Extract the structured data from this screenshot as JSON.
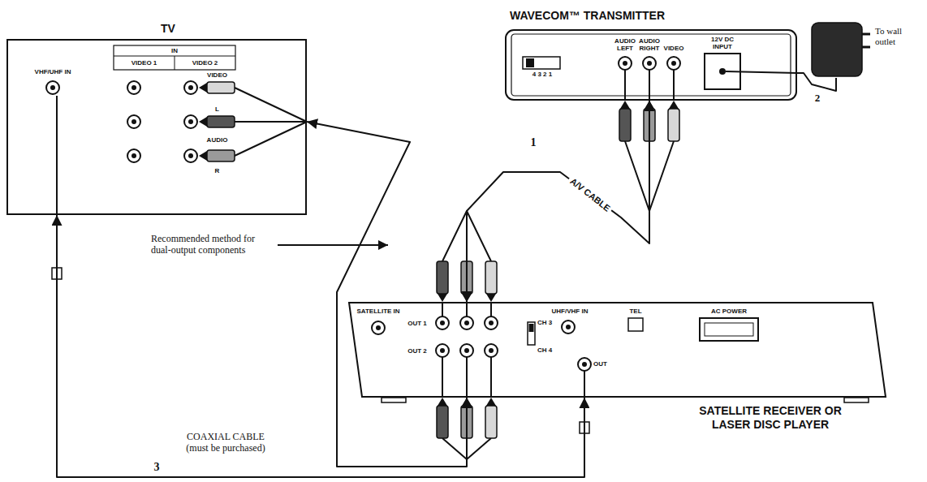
{
  "diagram": {
    "nodes": [
      {
        "text": [
          "TV"
        ]
      },
      {
        "text": [
          "WAVECOM™ TRANSMITTER"
        ]
      },
      {
        "text": [
          "To wall outlet"
        ]
      },
      {
        "text": [
          "SATELLITE RECEIVER OR LASER DISC PLAYER"
        ]
      }
    ],
    "edges": [
      {
        "from": 3,
        "to": 1,
        "arrow": "both",
        "label": "A/V CABLE"
      },
      {
        "from": 2,
        "to": 1,
        "arrow": "none"
      },
      {
        "from": 3,
        "to": 0,
        "arrow": "both",
        "label": "COAXIAL CABLE (must be purchased)"
      },
      {
        "from": 3,
        "to": 0,
        "arrow": "both"
      }
    ],
    "labels": [
      "VHF/UHF IN",
      "IN",
      "VIDEO 1",
      "VIDEO 2",
      "VIDEO",
      "L",
      "AUDIO",
      "R",
      "4 3 2 1",
      "AUDIO LEFT",
      "AUDIO RIGHT",
      "VIDEO",
      "12V DC INPUT",
      "1",
      "2",
      "3",
      "Recommended method for dual-output components",
      "SATELLITE IN",
      "OUT 1",
      "OUT 2",
      "CH 3",
      "CH 4",
      "UHF/VHF IN",
      "OUT",
      "TEL",
      "AC POWER"
    ]
  }
}
